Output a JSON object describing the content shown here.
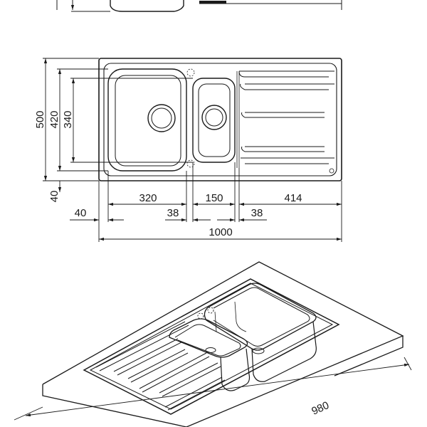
{
  "drawing": {
    "type": "technical-drawing",
    "subject": "double-bowl inset kitchen sink with drainer",
    "views": [
      "top-plan-with-dimensions",
      "isometric-in-countertop"
    ],
    "units": "mm"
  },
  "dimensions": {
    "overall_depth": "500",
    "bowl_outer_depth": "420",
    "bowl_inner_depth": "340",
    "front_margin": "40",
    "left_margin": "40",
    "main_bowl_width": "320",
    "gap_between_bowls": "38",
    "small_bowl_width": "150",
    "gap_to_drainer": "38",
    "drainer_width": "414",
    "overall_width": "1000",
    "countertop_length": "980"
  }
}
